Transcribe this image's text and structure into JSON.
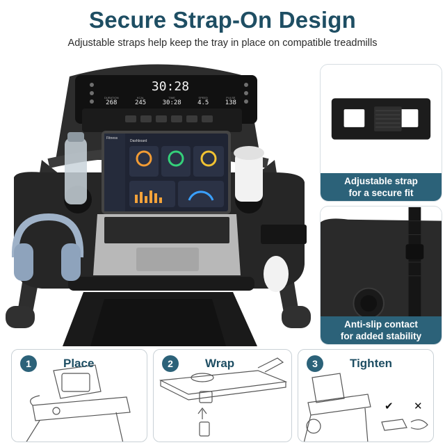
{
  "header": {
    "title": "Secure Strap-On Design",
    "subtitle": "Adjustable straps help keep the tray in place on compatible treadmills"
  },
  "console": {
    "clock": "30:28",
    "stats": [
      {
        "label": "DURATION",
        "value": "268"
      },
      {
        "label": "KCAL",
        "value": "245"
      },
      {
        "label": "TIME",
        "value": "30:28"
      },
      {
        "label": "SPEED",
        "value": "4.5"
      },
      {
        "label": "PULSE",
        "value": "138"
      }
    ]
  },
  "laptop": {
    "app_name": "Fitness",
    "section": "Dashboard"
  },
  "panels": [
    {
      "caption_line1": "Adjustable strap",
      "caption_line2": "for a secure fit"
    },
    {
      "caption_line1": "Anti-slip contact",
      "caption_line2": "for added stability"
    }
  ],
  "steps": [
    {
      "number": "1",
      "label": "Place"
    },
    {
      "number": "2",
      "label": "Wrap"
    },
    {
      "number": "3",
      "label": "Tighten"
    }
  ],
  "marks": {
    "correct": "✔",
    "incorrect": "✕"
  },
  "colors": {
    "brand": "#2c6279",
    "title": "#1e4e63",
    "tray": "#262626"
  }
}
